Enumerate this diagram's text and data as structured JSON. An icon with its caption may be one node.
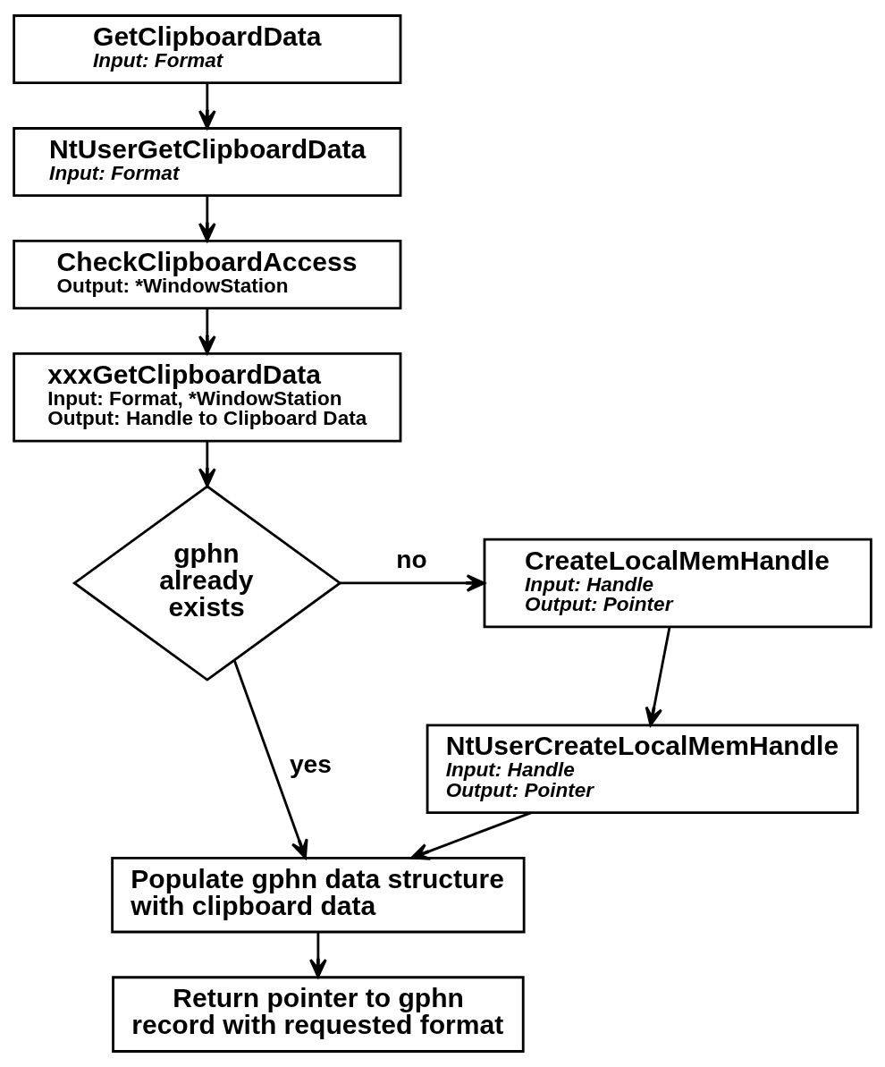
{
  "diagram": {
    "nodes": [
      {
        "text": [
          "GetClipboardData",
          "Input: Format"
        ]
      },
      {
        "text": [
          "NtUserGetClipboardData",
          "Input: Format"
        ]
      },
      {
        "text": [
          "CheckClipboardAccess",
          "Output: *WindowStation"
        ]
      },
      {
        "text": [
          "xxxGetClipboardData",
          "Input: Format, *WindowStation",
          "Output: Handle to Clipboard Data"
        ]
      },
      {
        "text": [
          "gphn already exists"
        ]
      },
      {
        "text": [
          "CreateLocalMemHandle",
          "Input: Handle",
          "Output: Pointer"
        ]
      },
      {
        "text": [
          "NtUserCreateLocalMemHandle",
          "Input: Handle",
          "Output: Pointer"
        ]
      },
      {
        "text": [
          "Populate gphn data structure with clipboard data"
        ]
      },
      {
        "text": [
          "Return pointer to gphn record with requested format"
        ]
      }
    ],
    "edges": [
      {
        "from": 0,
        "to": 1,
        "arrow": "to"
      },
      {
        "from": 1,
        "to": 2,
        "arrow": "to"
      },
      {
        "from": 2,
        "to": 3,
        "arrow": "to"
      },
      {
        "from": 3,
        "to": 4,
        "arrow": "to"
      },
      {
        "from": 4,
        "to": 5,
        "arrow": "to",
        "label": "no"
      },
      {
        "from": 5,
        "to": 6,
        "arrow": "to"
      },
      {
        "from": 4,
        "to": 7,
        "arrow": "to",
        "label": "yes"
      },
      {
        "from": 6,
        "to": 7,
        "arrow": "to"
      },
      {
        "from": 7,
        "to": 8,
        "arrow": "to"
      }
    ]
  }
}
